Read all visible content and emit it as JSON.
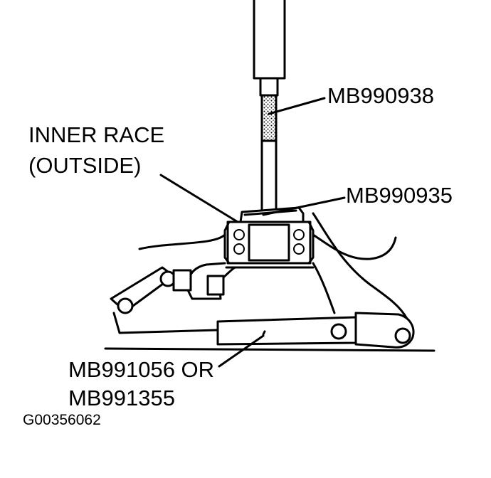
{
  "labels": {
    "tool_top": "MB990938",
    "inner_race_line1": "INNER RACE",
    "inner_race_line2": "(OUTSIDE)",
    "tool_mid": "MB990935",
    "press_line1": "MB991056 OR",
    "press_line2": "MB991355"
  },
  "figure_id": "G00356062"
}
